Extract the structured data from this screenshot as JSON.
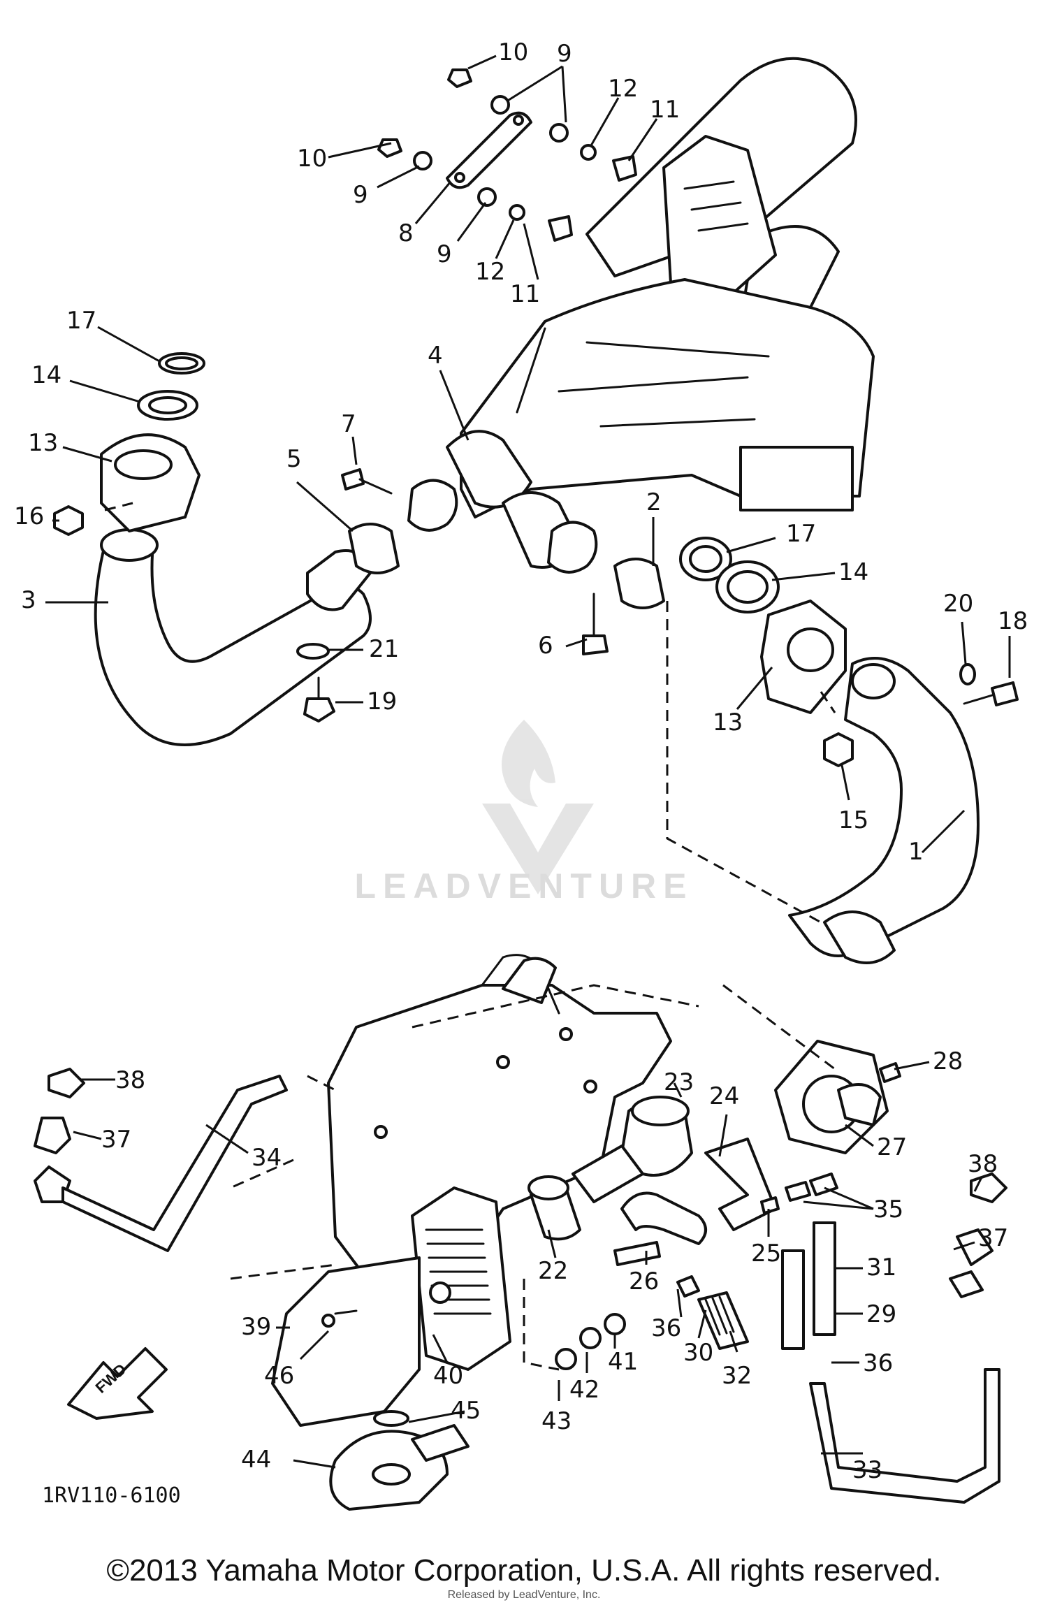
{
  "diagram": {
    "reference_code": "1RV110-6100",
    "copyright": "©2013 Yamaha Motor Corporation, U.S.A. All rights reserved.",
    "credit_overlay": "Released by LeadVenture, Inc.",
    "watermark_text": "LEADVENTURE",
    "front_arrow_label": "FWD",
    "callouts": [
      {
        "id": "c10a",
        "label": "10"
      },
      {
        "id": "c9a",
        "label": "9"
      },
      {
        "id": "c12a",
        "label": "12"
      },
      {
        "id": "c11a",
        "label": "11"
      },
      {
        "id": "c10b",
        "label": "10"
      },
      {
        "id": "c9b",
        "label": "9"
      },
      {
        "id": "c8",
        "label": "8"
      },
      {
        "id": "c9c",
        "label": "9"
      },
      {
        "id": "c12b",
        "label": "12"
      },
      {
        "id": "c11b",
        "label": "11"
      },
      {
        "id": "c17a",
        "label": "17"
      },
      {
        "id": "c14a",
        "label": "14"
      },
      {
        "id": "c4",
        "label": "4"
      },
      {
        "id": "c7",
        "label": "7"
      },
      {
        "id": "c13a",
        "label": "13"
      },
      {
        "id": "c5",
        "label": "5"
      },
      {
        "id": "c16",
        "label": "16"
      },
      {
        "id": "c2",
        "label": "2"
      },
      {
        "id": "c17b",
        "label": "17"
      },
      {
        "id": "c3",
        "label": "3"
      },
      {
        "id": "c14b",
        "label": "14"
      },
      {
        "id": "c20",
        "label": "20"
      },
      {
        "id": "c18",
        "label": "18"
      },
      {
        "id": "c6",
        "label": "6"
      },
      {
        "id": "c21",
        "label": "21"
      },
      {
        "id": "c19",
        "label": "19"
      },
      {
        "id": "c13b",
        "label": "13"
      },
      {
        "id": "c15",
        "label": "15"
      },
      {
        "id": "c1",
        "label": "1"
      },
      {
        "id": "c23",
        "label": "23"
      },
      {
        "id": "c28",
        "label": "28"
      },
      {
        "id": "c38a",
        "label": "38"
      },
      {
        "id": "c24",
        "label": "24"
      },
      {
        "id": "c37a",
        "label": "37"
      },
      {
        "id": "c27",
        "label": "27"
      },
      {
        "id": "c34",
        "label": "34"
      },
      {
        "id": "c38b",
        "label": "38"
      },
      {
        "id": "c35",
        "label": "35"
      },
      {
        "id": "c37b",
        "label": "37"
      },
      {
        "id": "c25",
        "label": "25"
      },
      {
        "id": "c22",
        "label": "22"
      },
      {
        "id": "c26",
        "label": "26"
      },
      {
        "id": "c31",
        "label": "31"
      },
      {
        "id": "c29",
        "label": "29"
      },
      {
        "id": "c39",
        "label": "39"
      },
      {
        "id": "c36a",
        "label": "36"
      },
      {
        "id": "c30",
        "label": "30"
      },
      {
        "id": "c41",
        "label": "41"
      },
      {
        "id": "c46",
        "label": "46"
      },
      {
        "id": "c40",
        "label": "40"
      },
      {
        "id": "c42",
        "label": "42"
      },
      {
        "id": "c32",
        "label": "32"
      },
      {
        "id": "c36b",
        "label": "36"
      },
      {
        "id": "c45",
        "label": "45"
      },
      {
        "id": "c43",
        "label": "43"
      },
      {
        "id": "c44",
        "label": "44"
      },
      {
        "id": "c33",
        "label": "33"
      }
    ]
  }
}
